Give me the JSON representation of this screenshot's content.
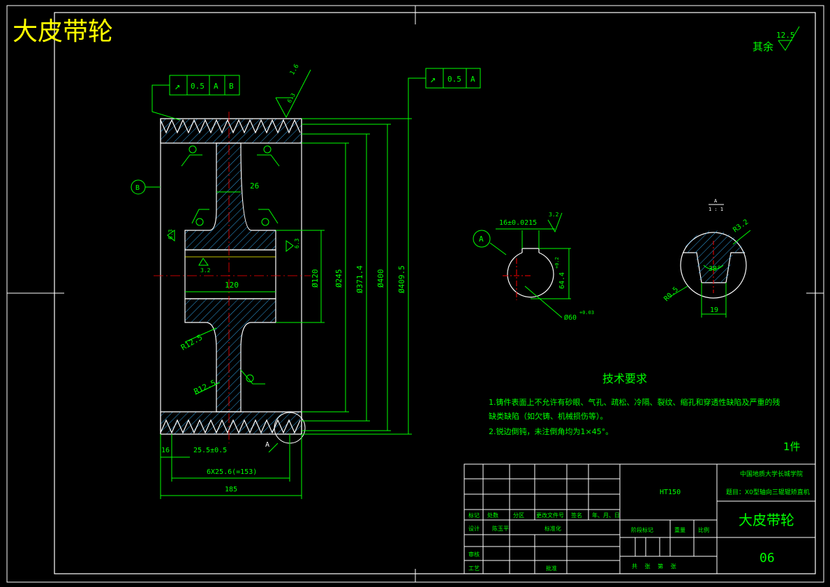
{
  "title": "大皮带轮",
  "roughness_general": {
    "label": "其余",
    "value": "12.5"
  },
  "geometric_tolerance_left": {
    "symbol": "↗",
    "value": "0.5",
    "datum1": "A",
    "datum2": "B"
  },
  "geometric_tolerance_right": {
    "symbol": "↗",
    "value": "0.5",
    "datum1": "A"
  },
  "datum_b_label": "B",
  "datum_a_label": "A",
  "roughness_values": {
    "r32": "3.2",
    "r63": "6.3",
    "r12": "1.6"
  },
  "dimensions": {
    "hub_width_rib": "26",
    "bore_length": "120",
    "d120": "Ø120",
    "d245": "Ø245",
    "d371": "Ø371.4",
    "d400": "Ø400",
    "d409": "Ø409.5",
    "r_upper": "R12.5",
    "r_lower": "R12.5",
    "edge_16": "16",
    "groove_pitch": "25.5±0.5",
    "groove_total": "6X25.6(=153)",
    "overall_width": "185",
    "key_width": "16±0.0215",
    "key_depth": "64.4",
    "key_depth_tol": "+0.2",
    "bore_dia": "Ø60",
    "bore_tol": "+0.03",
    "groove_angle": "38°",
    "groove_r1": "R3.2",
    "groove_r2": "R0.5",
    "groove_width": "19",
    "detail_label": "A",
    "detail_scale": "1 : 1"
  },
  "tech_requirements": {
    "heading": "技术要求",
    "line1": "1.铸件表面上不允许有砂眼、气孔、疏松、冷隔、裂纹、缩孔和穿透性缺陷及严重的残",
    "line2": "缺类缺陷（如欠铸、机械损伤等）。",
    "line3": "2.锐边倒钝，未注倒角均为1×45°。"
  },
  "quantity": "1件",
  "title_block": {
    "school": "中国地质大学长城学院",
    "project": "题目：X0型轴向三辊辊矫直机",
    "material": "HT150",
    "part_name": "大皮带轮",
    "drawing_no": "06",
    "rows": [
      "标记",
      "处数",
      "分区",
      "更改文件号",
      "签名",
      "年、月、日"
    ],
    "designer_label": "设计",
    "designer_name": "陈玉平",
    "std_label": "标准化",
    "review_label": "审核",
    "process_label": "工艺",
    "approve_label": "批准",
    "stage_label": "阶段标记",
    "weight_label": "重量",
    "scale_label": "比例",
    "sheets_label": "共 张 第 张"
  }
}
